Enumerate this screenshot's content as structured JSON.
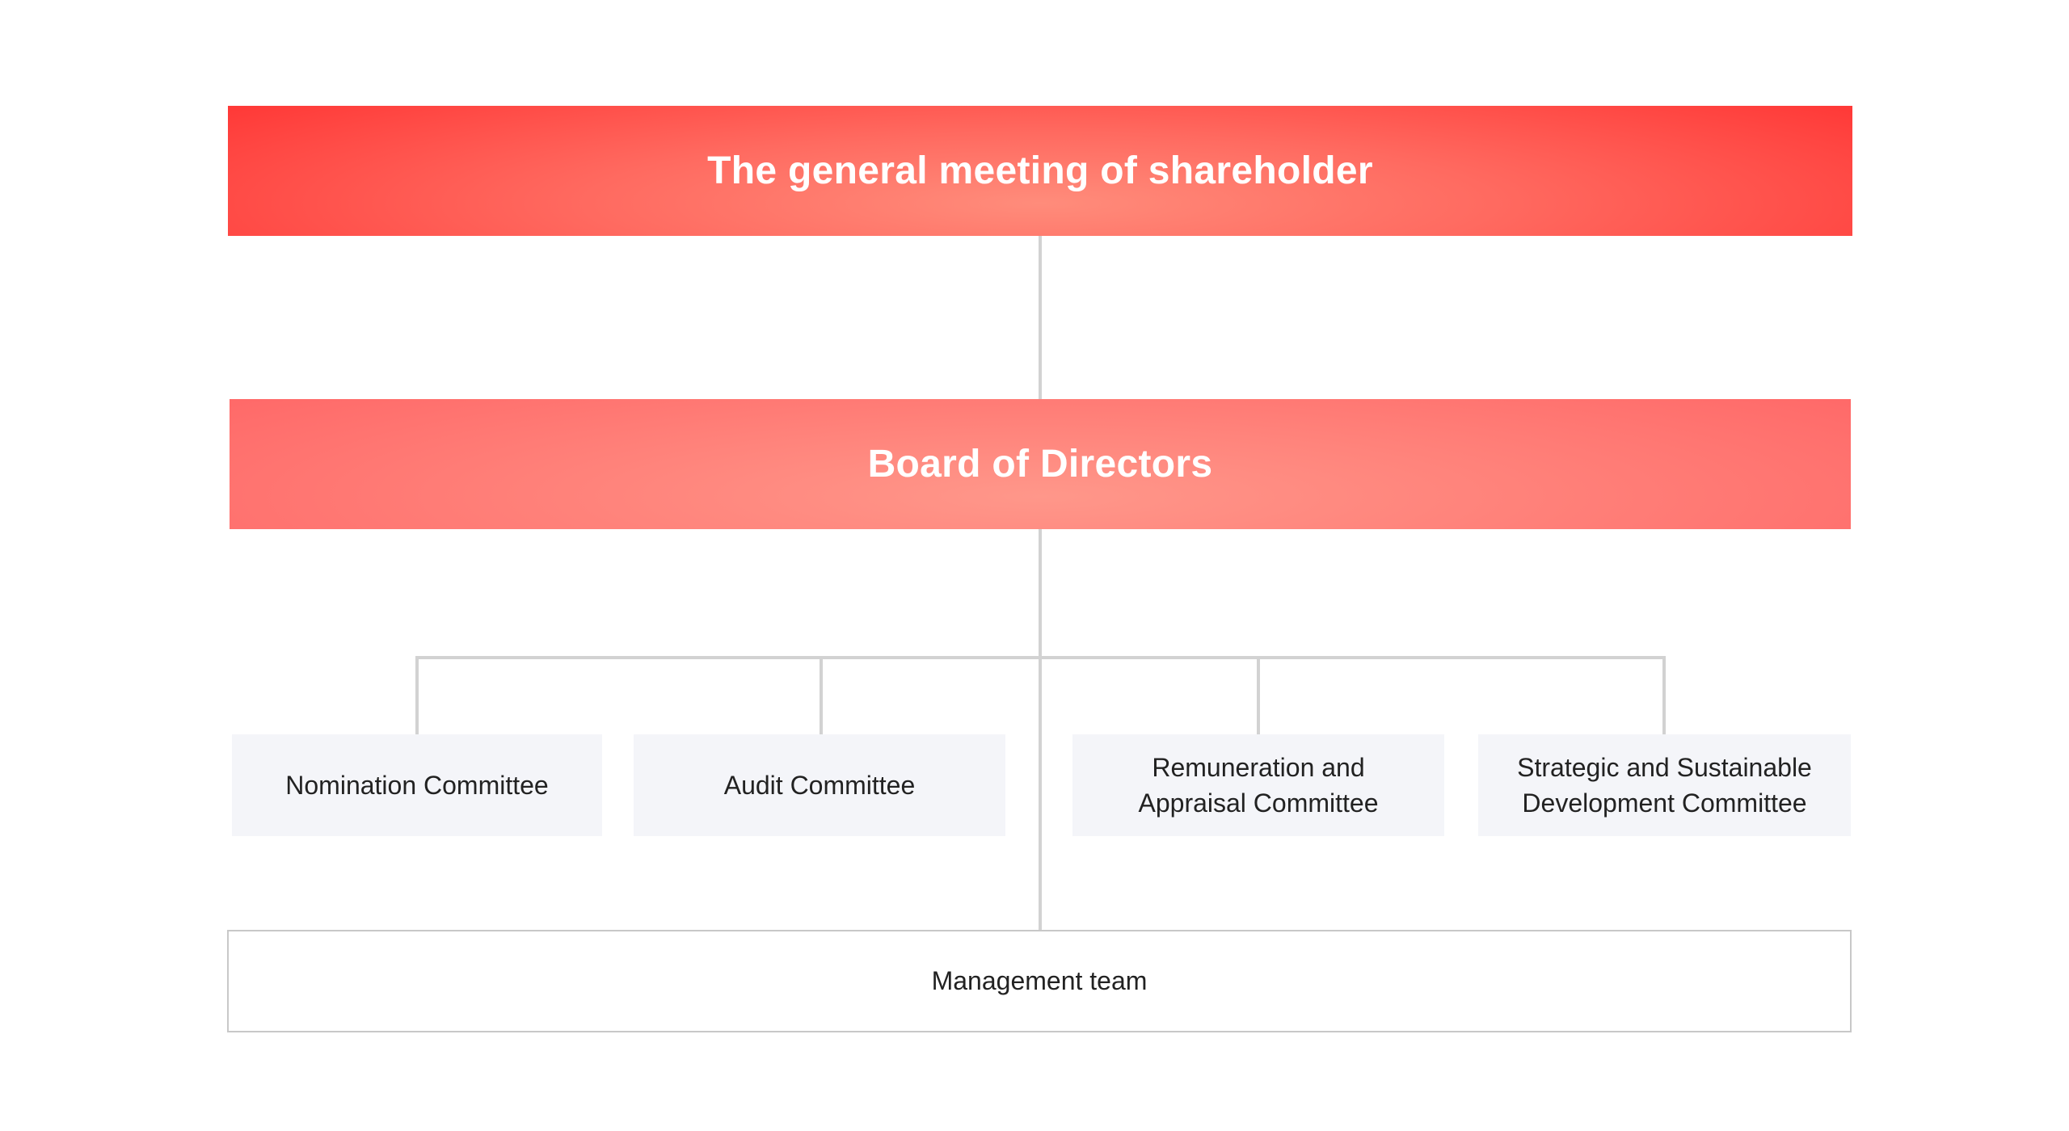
{
  "diagram": {
    "type": "organization-chart",
    "colors": {
      "shareholders_fill": "#ff4a45",
      "board_fill": "#ff7f78",
      "committee_fill": "#f4f5f9",
      "connector": "#d2d2d2",
      "primary_text": "#ffffff",
      "secondary_text": "#222222"
    },
    "shareholders": {
      "label": "The general meeting of shareholder"
    },
    "board": {
      "label": "Board of Directors"
    },
    "committees": [
      {
        "label": "Nomination Committee"
      },
      {
        "label": "Audit Committee"
      },
      {
        "label": "Remuneration and\nAppraisal Committee"
      },
      {
        "label": "Strategic and Sustainable\nDevelopment Committee"
      }
    ],
    "management": {
      "label": "Management team"
    },
    "edges": [
      {
        "from": "The general meeting of shareholder",
        "to": "Board of Directors"
      },
      {
        "from": "Board of Directors",
        "to": "Nomination Committee"
      },
      {
        "from": "Board of Directors",
        "to": "Audit Committee"
      },
      {
        "from": "Board of Directors",
        "to": "Remuneration and Appraisal Committee"
      },
      {
        "from": "Board of Directors",
        "to": "Strategic and Sustainable Development Committee"
      },
      {
        "from": "Board of Directors",
        "to": "Management team"
      }
    ]
  }
}
